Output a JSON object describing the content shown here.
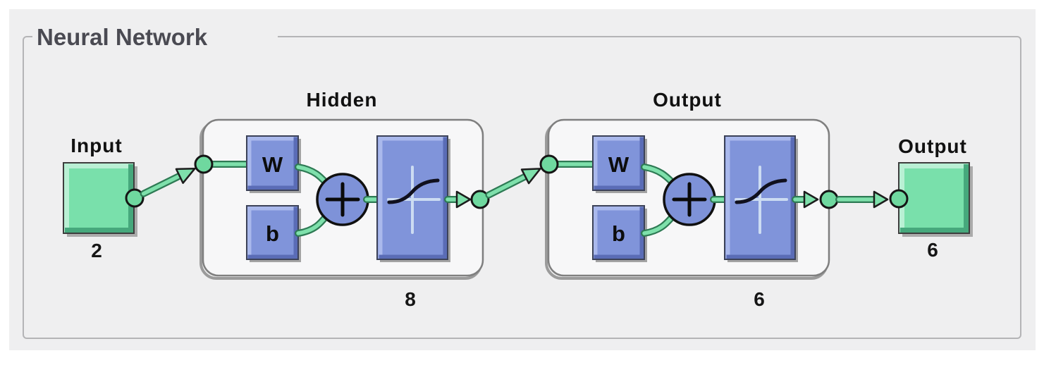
{
  "window": {
    "background": "#ffffff",
    "panel_background": "#efeff0"
  },
  "panel": {
    "title": "Neural Network"
  },
  "diagram": {
    "input": {
      "label": "Input",
      "size": "2"
    },
    "layers": [
      {
        "name": "hidden",
        "label": "Hidden",
        "size": "8",
        "weight_label": "W",
        "bias_label": "b"
      },
      {
        "name": "output",
        "label": "Output",
        "size": "6",
        "weight_label": "W",
        "bias_label": "b"
      }
    ],
    "output": {
      "label": "Output",
      "size": "6"
    },
    "colors": {
      "io_green": "#79e0ab",
      "block_blue": "#8094da",
      "sum_blue": "#7e92d8",
      "connector_green": "#7ee0ab",
      "node_green": "#6fd89f",
      "layer_box_fill": "#f7f7f8",
      "panel_border": "#b4b4b6",
      "title_text": "#4a4a52"
    }
  }
}
